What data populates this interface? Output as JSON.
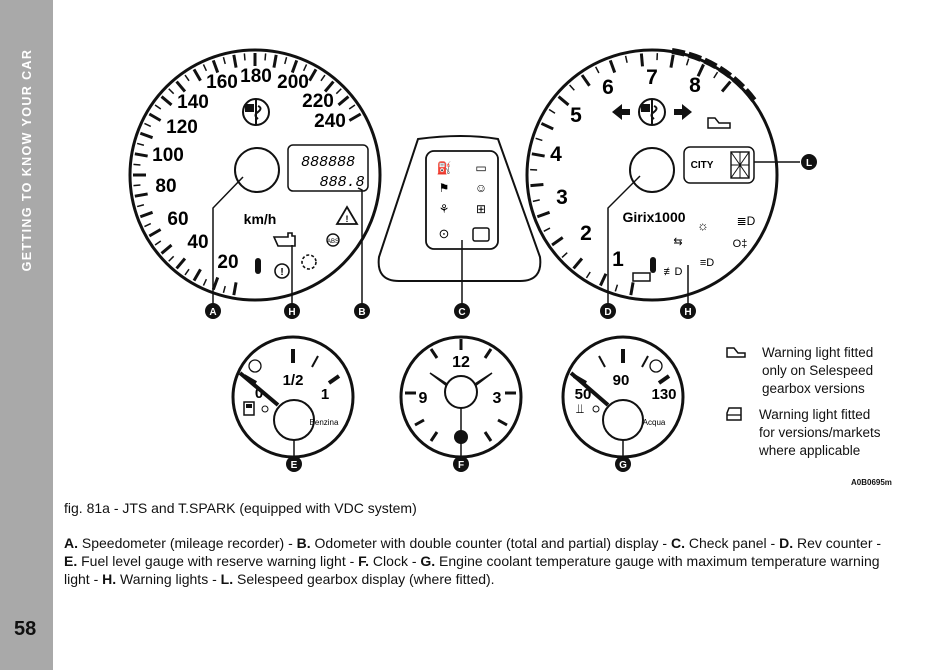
{
  "sidebar": {
    "section_title": "GETTING TO KNOW YOUR CAR",
    "page_number": "58"
  },
  "speedometer": {
    "scale": [
      "20",
      "40",
      "60",
      "80",
      "100",
      "120",
      "140",
      "160",
      "180",
      "200",
      "220",
      "240"
    ],
    "unit": "km/h",
    "odometer_total": "888888",
    "odometer_partial": "888.8"
  },
  "rev_counter": {
    "scale": [
      "1",
      "2",
      "3",
      "4",
      "5",
      "6",
      "7",
      "8"
    ],
    "unit": "Girix1000",
    "selespeed_mode": "CITY"
  },
  "fuel_gauge": {
    "scale": [
      "0",
      "1/2",
      "1"
    ],
    "label": "Benzina"
  },
  "clock": {
    "scale": [
      "12",
      "3",
      "9"
    ]
  },
  "coolant_gauge": {
    "scale": [
      "50",
      "90",
      "130"
    ],
    "label": "Acqua"
  },
  "callouts": [
    "A",
    "H",
    "B",
    "C",
    "D",
    "H",
    "E",
    "F",
    "G",
    "L"
  ],
  "notes": [
    {
      "icon": "selespeed-warning-icon",
      "text_lines": [
        "Warning light fitted",
        "only on Selespeed",
        "gearbox versions"
      ]
    },
    {
      "icon": "door-warning-icon",
      "text_lines": [
        "Warning light fitted",
        "for versions/markets",
        "where applicable"
      ]
    }
  ],
  "figure_code": "A0B0695m",
  "caption": "fig. 81a - JTS and T.SPARK (equipped with VDC system)",
  "description": [
    {
      "key": "A.",
      "text": " Speedometer (mileage recorder) - "
    },
    {
      "key": "B.",
      "text": " Odometer with double counter (total and partial) display - "
    },
    {
      "key": "C.",
      "text": " Check panel - "
    },
    {
      "key": "D.",
      "text": " Rev counter - "
    },
    {
      "key": "E.",
      "text": " Fuel level gauge with reserve warning light - "
    },
    {
      "key": "F.",
      "text": " Clock - "
    },
    {
      "key": "G.",
      "text": " Engine coolant temperature gauge with maximum temperature warning light - "
    },
    {
      "key": "H.",
      "text": " Warning lights - "
    },
    {
      "key": "L.",
      "text": " Selespeed gearbox display (where fitted)."
    }
  ]
}
